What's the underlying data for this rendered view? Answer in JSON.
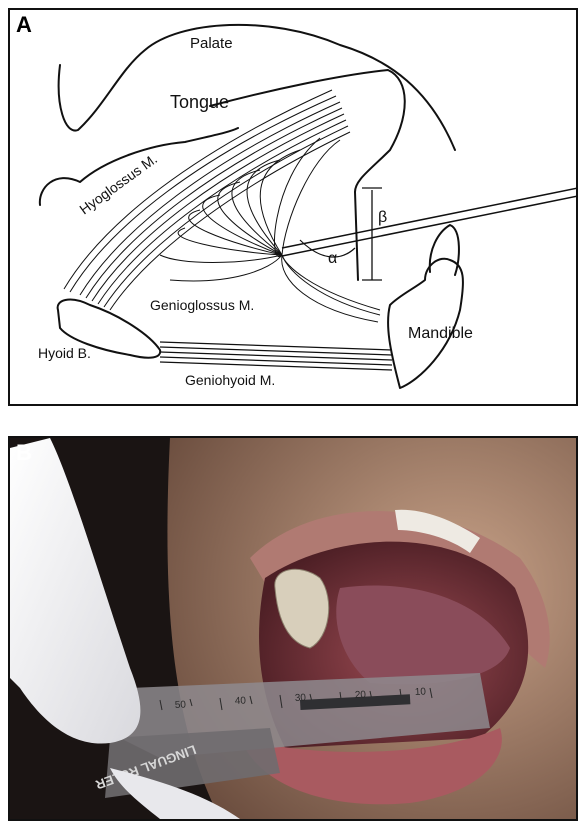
{
  "figure": {
    "panel_a": {
      "letter": "A",
      "labels": {
        "palate": "Palate",
        "tongue": "Tongue",
        "hyoglossus": "Hyoglossus M.",
        "genioglossus": "Genioglossus M.",
        "hyoid": "Hyoid B.",
        "geniohyoid": "Geniohyoid M.",
        "mandible": "Mandible",
        "beta": "β",
        "alpha": "α"
      }
    },
    "panel_b": {
      "letter": "B",
      "ruler_text": "LINGUAL RULER",
      "ruler_numbers": [
        "50",
        "40",
        "30",
        "20",
        "10"
      ]
    },
    "colors": {
      "line": "#111111",
      "tissue": "#a8565a",
      "glove": "#f2f2f4",
      "ruler": "#8e8a8e"
    }
  }
}
